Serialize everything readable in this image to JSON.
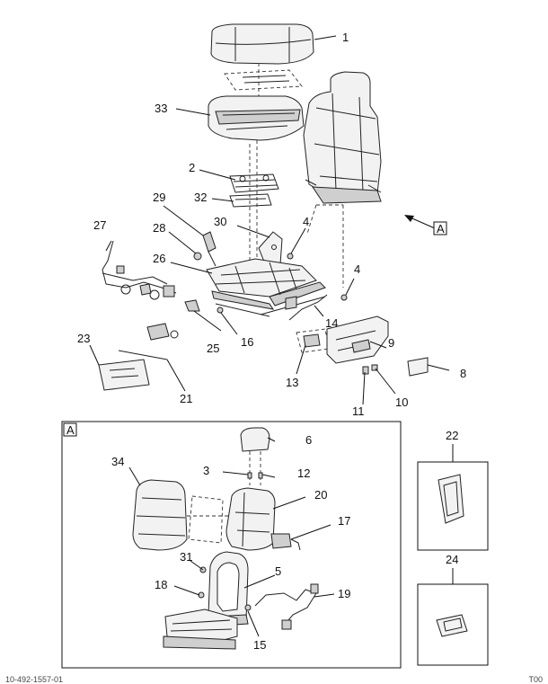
{
  "callouts": {
    "c1": "1",
    "c2": "2",
    "c3": "3",
    "c4a": "4",
    "c4b": "4",
    "c5": "5",
    "c6": "6",
    "c8": "8",
    "c9": "9",
    "c10": "10",
    "c11": "11",
    "c12": "12",
    "c13": "13",
    "c14": "14",
    "c15": "15",
    "c16": "16",
    "c17": "17",
    "c18": "18",
    "c19": "19",
    "c20": "20",
    "c21": "21",
    "c22": "22",
    "c23": "23",
    "c24": "24",
    "c25": "25",
    "c26": "26",
    "c27": "27",
    "c28": "28",
    "c29": "29",
    "c30": "30",
    "c31": "31",
    "c32": "32",
    "c33": "33",
    "c34": "34"
  },
  "view_ref": "A",
  "inset_tag": "A",
  "footer": {
    "left": "10-492-1557-01",
    "right": "T00"
  }
}
